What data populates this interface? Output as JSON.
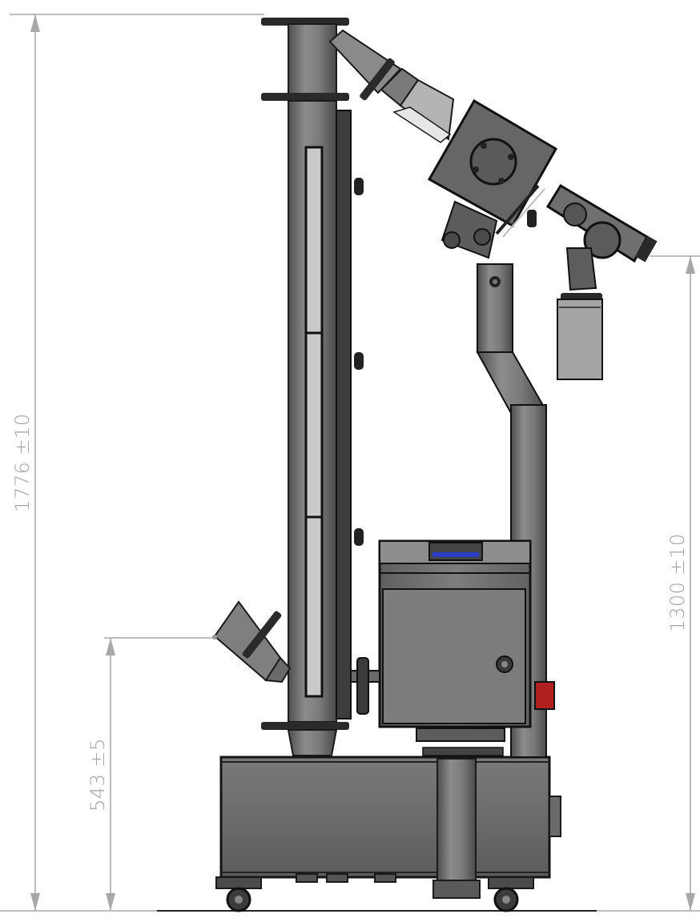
{
  "dimensions": {
    "overall_height": "1776 ±10",
    "outlet_height": "1300 ±10",
    "inlet_height": "543 ±5"
  },
  "colors": {
    "dimension": "#a8a8a8",
    "steel": "#7b7b7b",
    "steel_dark": "#5a5a5a",
    "outline": "#141414",
    "panel_accent": "#2a3ec8",
    "switch_red": "#b02020"
  }
}
